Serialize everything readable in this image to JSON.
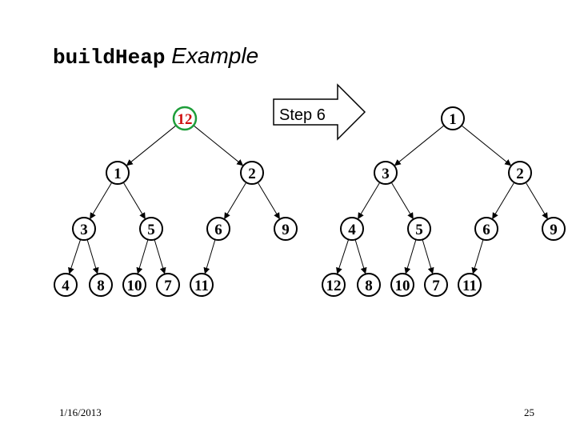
{
  "slide": {
    "title_code": "buildHeap",
    "title_word": " Example",
    "step_label": "Step 6",
    "date": "1/16/2013",
    "page_number": "25"
  },
  "colors": {
    "node_stroke": "#000000",
    "highlight_ring": "#1e9e3a",
    "highlight_text": "#d01010"
  },
  "trees": [
    {
      "name": "before",
      "highlighted_node": 0,
      "values": [
        "12",
        "1",
        "2",
        "3",
        "5",
        "6",
        "9",
        "4",
        "8",
        "10",
        "7",
        "11"
      ]
    },
    {
      "name": "after",
      "highlighted_node": null,
      "values": [
        "1",
        "3",
        "2",
        "4",
        "5",
        "6",
        "9",
        "12",
        "8",
        "10",
        "7",
        "11"
      ]
    }
  ]
}
